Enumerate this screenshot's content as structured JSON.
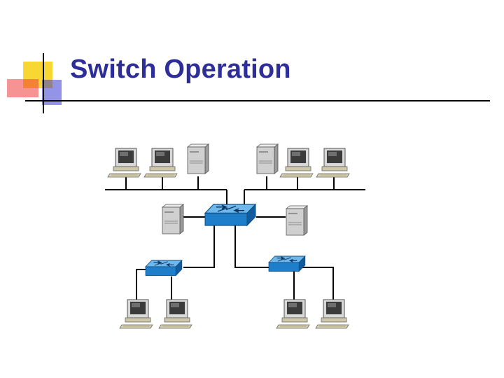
{
  "slide": {
    "title": "Switch Operation"
  },
  "colors": {
    "title": "#2e2e9a",
    "accent_yellow": "#f7d31c",
    "accent_red": "#ef3a3a",
    "accent_blue": "#3a3ad6",
    "switch_blue": "#1f7ec9",
    "cable": "#000000"
  },
  "diagram": {
    "nodes": [
      {
        "name": "pc-top-1",
        "kind": "computer"
      },
      {
        "name": "pc-top-2",
        "kind": "computer"
      },
      {
        "name": "server-top-1",
        "kind": "server"
      },
      {
        "name": "server-top-2",
        "kind": "server"
      },
      {
        "name": "pc-top-3",
        "kind": "computer"
      },
      {
        "name": "pc-top-4",
        "kind": "computer"
      },
      {
        "name": "server-mid-left",
        "kind": "server"
      },
      {
        "name": "central-switch",
        "kind": "switch"
      },
      {
        "name": "server-mid-right",
        "kind": "server"
      },
      {
        "name": "switch-left",
        "kind": "switch"
      },
      {
        "name": "switch-right",
        "kind": "switch"
      },
      {
        "name": "pc-bottom-1",
        "kind": "computer"
      },
      {
        "name": "pc-bottom-2",
        "kind": "computer"
      },
      {
        "name": "pc-bottom-3",
        "kind": "computer"
      },
      {
        "name": "pc-bottom-4",
        "kind": "computer"
      }
    ],
    "links": [
      [
        "pc-top-1",
        "left-segment"
      ],
      [
        "pc-top-2",
        "left-segment"
      ],
      [
        "server-top-1",
        "left-segment"
      ],
      [
        "left-segment",
        "central-switch"
      ],
      [
        "server-top-2",
        "right-segment"
      ],
      [
        "pc-top-3",
        "right-segment"
      ],
      [
        "pc-top-4",
        "right-segment"
      ],
      [
        "right-segment",
        "central-switch"
      ],
      [
        "server-mid-left",
        "central-switch"
      ],
      [
        "server-mid-right",
        "central-switch"
      ],
      [
        "central-switch",
        "switch-left"
      ],
      [
        "central-switch",
        "switch-right"
      ],
      [
        "switch-left",
        "pc-bottom-1"
      ],
      [
        "switch-left",
        "pc-bottom-2"
      ],
      [
        "switch-right",
        "pc-bottom-3"
      ],
      [
        "switch-right",
        "pc-bottom-4"
      ]
    ]
  }
}
